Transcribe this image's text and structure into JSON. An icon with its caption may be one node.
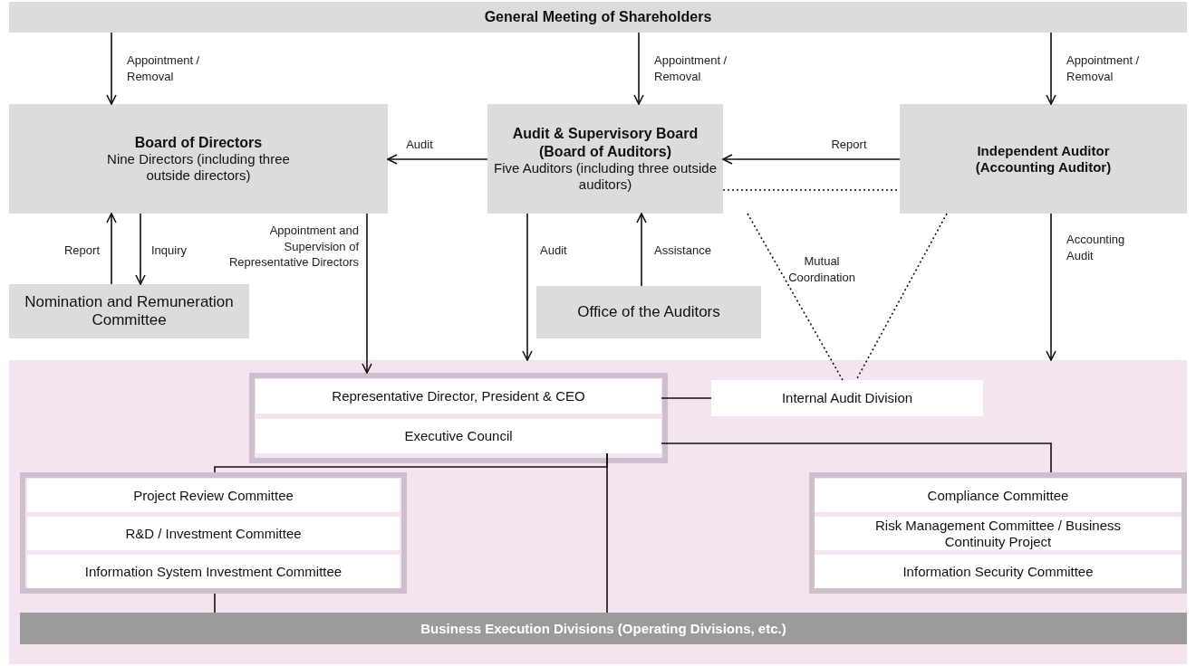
{
  "diagram": {
    "nodes": [
      {
        "text": [
          "General Meeting of Shareholders"
        ]
      },
      {
        "text": [
          "Board of Directors",
          "Nine Directors (including three outside directors)"
        ]
      },
      {
        "text": [
          "Audit & Supervisory Board (Board of Auditors)",
          "Five Auditors (including three outside auditors)"
        ]
      },
      {
        "text": [
          "Independent Auditor (Accounting Auditor)"
        ]
      },
      {
        "text": [
          "Nomination and Remuneration Committee"
        ]
      },
      {
        "text": [
          "Office of the Auditors"
        ]
      },
      {
        "text": [],
        "shape": "box"
      },
      {
        "text": [],
        "shape": "box",
        "in": 6
      },
      {
        "text": [
          "Representative Director, President & CEO"
        ],
        "in": 7
      },
      {
        "text": [
          "Executive Council"
        ],
        "in": 7
      },
      {
        "text": [
          "Internal Audit Division"
        ],
        "in": 6
      },
      {
        "text": [],
        "shape": "box",
        "in": 6
      },
      {
        "text": [
          "Project Review Committee"
        ],
        "in": 11
      },
      {
        "text": [
          "R&D / Investment Committee"
        ],
        "in": 11
      },
      {
        "text": [
          "Information System Investment Committee"
        ],
        "in": 11
      },
      {
        "text": [],
        "shape": "box",
        "in": 6
      },
      {
        "text": [
          "Compliance Committee"
        ],
        "in": 15
      },
      {
        "text": [
          "Risk Management Committee / Business Continuity Project"
        ],
        "in": 15
      },
      {
        "text": [
          "Information Security Committee"
        ],
        "in": 15
      },
      {
        "text": [
          "Business Execution Divisions (Operating Divisions, etc.)"
        ],
        "in": 6
      }
    ],
    "edges": [
      {
        "from": 0,
        "to": 1,
        "arrow": "to",
        "label": "Appointment / Removal"
      },
      {
        "from": 0,
        "to": 2,
        "arrow": "to",
        "label": "Appointment / Removal"
      },
      {
        "from": 0,
        "to": 3,
        "arrow": "to",
        "label": "Appointment / Removal"
      },
      {
        "from": 2,
        "to": 1,
        "arrow": "to",
        "label": "Audit"
      },
      {
        "from": 3,
        "to": 2,
        "arrow": "to",
        "label": "Report"
      },
      {
        "from": 2,
        "to": 3,
        "arrow": "none",
        "style": "dashed"
      },
      {
        "from": 4,
        "to": 1,
        "arrow": "to",
        "label": "Report"
      },
      {
        "from": 1,
        "to": 4,
        "arrow": "to",
        "label": "Inquiry"
      },
      {
        "from": 1,
        "to": 7,
        "arrow": "to",
        "label": "Appointment and Supervision of Representative Directors"
      },
      {
        "from": 2,
        "to": 6,
        "arrow": "to",
        "label": "Audit"
      },
      {
        "from": 5,
        "to": 2,
        "arrow": "to",
        "label": "Assistance"
      },
      {
        "from": 2,
        "to": 10,
        "arrow": "none",
        "style": "dashed"
      },
      {
        "from": 3,
        "to": 10,
        "arrow": "none",
        "style": "dashed"
      },
      {
        "from": 3,
        "to": 6,
        "arrow": "to",
        "label": "Accounting Audit"
      },
      {
        "from": 8,
        "to": 10,
        "arrow": "none"
      },
      {
        "from": 9,
        "to": 15,
        "arrow": "none"
      },
      {
        "from": 9,
        "to": 11,
        "arrow": "none"
      },
      {
        "from": 9,
        "to": 19,
        "arrow": "none"
      },
      {
        "from": 11,
        "to": 19,
        "arrow": "none"
      }
    ],
    "labels": [
      "Mutual Coordination"
    ]
  }
}
